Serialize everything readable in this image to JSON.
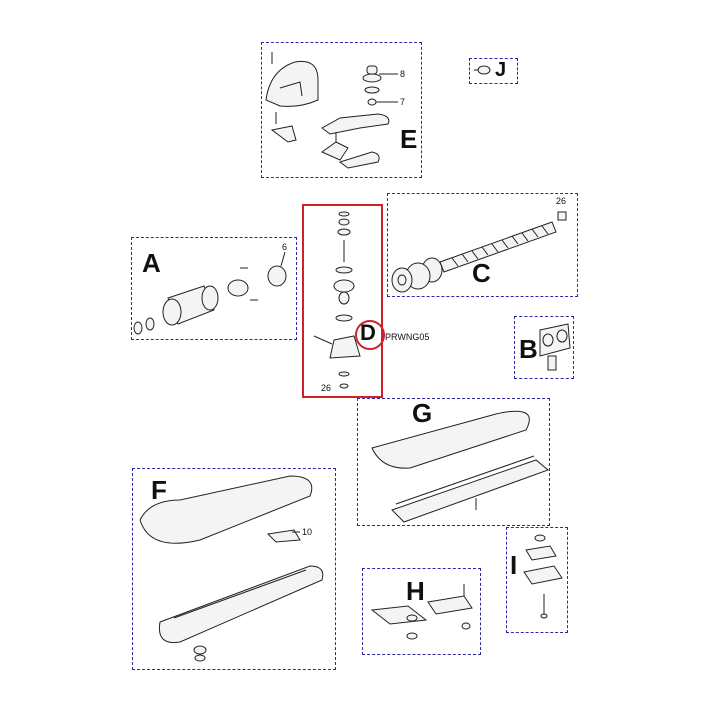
{
  "groups": {
    "a": {
      "letter": "A",
      "part_numbers": [
        "6"
      ]
    },
    "b": {
      "letter": "B"
    },
    "c": {
      "letter": "C",
      "part_numbers": [
        "26"
      ]
    },
    "d": {
      "letter": "D",
      "part_numbers": [
        "26"
      ],
      "code": "PRWNG05",
      "selected": true
    },
    "e": {
      "letter": "E",
      "part_numbers": [
        "8",
        "7"
      ]
    },
    "f": {
      "letter": "F",
      "part_numbers": [
        "10"
      ]
    },
    "g": {
      "letter": "G"
    },
    "h": {
      "letter": "H"
    },
    "i": {
      "letter": "I"
    },
    "j": {
      "letter": "J"
    }
  },
  "colors": {
    "group_border": "#2a2aa8",
    "highlight": "#d0202a",
    "line": "#222222",
    "part_fill": "#f4f4f4"
  }
}
